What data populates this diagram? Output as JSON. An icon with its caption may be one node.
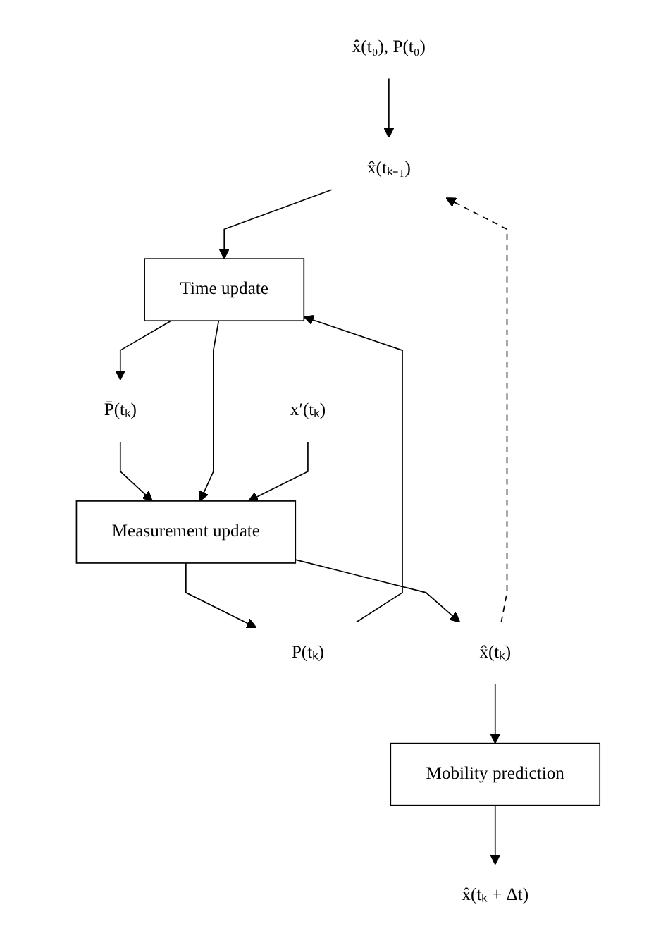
{
  "diagram": {
    "nodes": [
      {
        "text": [
          "x̂(t₀), P(t₀)"
        ]
      },
      {
        "text": [
          "x̂(tₖ₋₁)"
        ]
      },
      {
        "text": [
          "Time update"
        ]
      },
      {
        "text": [
          "P̄(tₖ)"
        ]
      },
      {
        "text": [
          "x′(tₖ)"
        ]
      },
      {
        "text": [
          "P(tₖ)"
        ]
      },
      {
        "text": [
          "Measurement update"
        ]
      },
      {
        "text": [
          "x̂(tₖ)"
        ]
      },
      {
        "text": [
          "Mobility prediction"
        ]
      },
      {
        "text": [
          "x̂(tₖ + Δt)"
        ]
      }
    ],
    "edges": [
      {
        "from": 0,
        "to": 1,
        "arrow": "to"
      },
      {
        "from": 1,
        "to": 2,
        "arrow": "to"
      },
      {
        "from": 2,
        "to": 3,
        "arrow": "to"
      },
      {
        "from": 3,
        "to": 6,
        "arrow": "to"
      },
      {
        "from": 2,
        "to": 6,
        "arrow": "to"
      },
      {
        "from": 4,
        "to": 6,
        "arrow": "to"
      },
      {
        "from": 6,
        "to": 5,
        "arrow": "to"
      },
      {
        "from": 5,
        "to": 2,
        "arrow": "to"
      },
      {
        "from": 6,
        "to": 7,
        "arrow": "to"
      },
      {
        "from": 7,
        "to": 1,
        "arrow": "to",
        "style": "dashed"
      },
      {
        "from": 7,
        "to": 8,
        "arrow": "to"
      },
      {
        "from": 8,
        "to": 9,
        "arrow": "to"
      }
    ]
  }
}
